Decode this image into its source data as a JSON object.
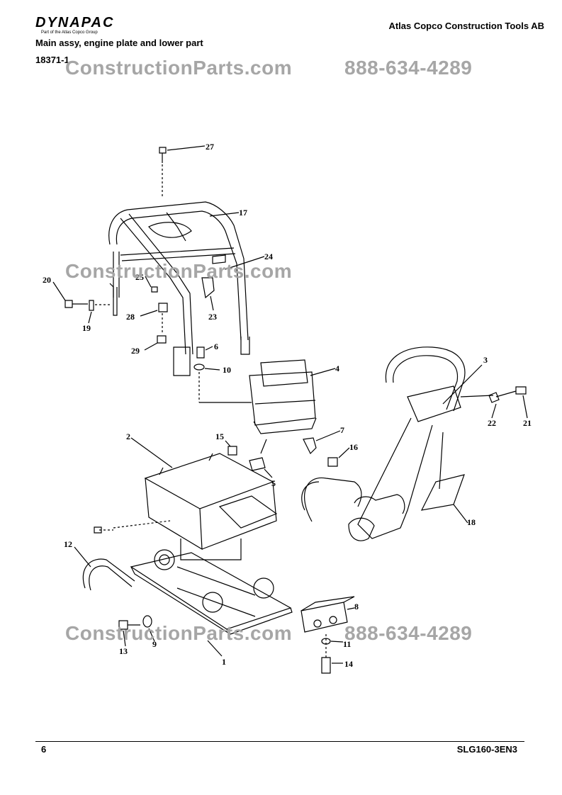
{
  "header": {
    "brand": "DYNAPAC",
    "brand_tagline": "Part of the Atlas Copco Group",
    "company": "Atlas Copco Construction Tools AB",
    "title": "Main assy, engine plate and lower part",
    "doc_number": "18371-1"
  },
  "watermarks": {
    "site": "ConstructionParts.com",
    "phone": "888-634-4289"
  },
  "callouts": [
    "1",
    "2",
    "3",
    "4",
    "5",
    "6",
    "7",
    "8",
    "9",
    "10",
    "11",
    "12",
    "13",
    "14",
    "15",
    "16",
    "17",
    "18",
    "19",
    "20",
    "21",
    "22",
    "23",
    "24",
    "25",
    "27",
    "28",
    "29"
  ],
  "footer": {
    "page": "6",
    "code": "SLG160-3EN3"
  }
}
